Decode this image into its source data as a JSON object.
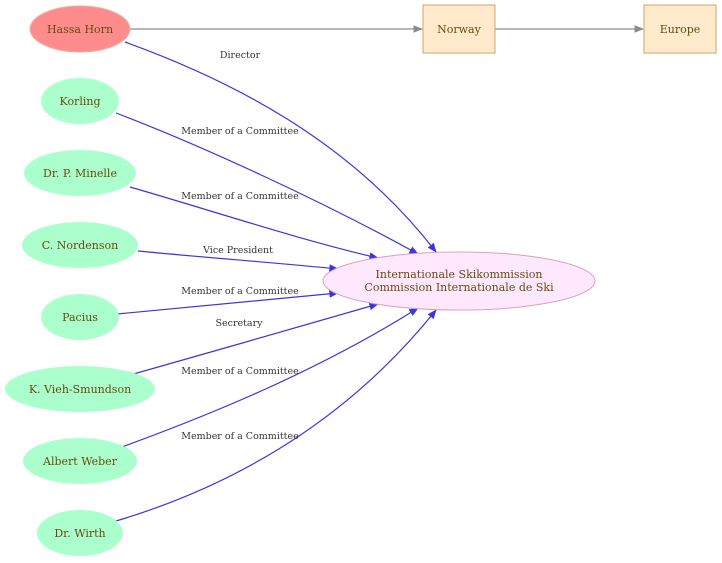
{
  "people": [
    {
      "label": "Hassa Horn",
      "kind": "root"
    },
    {
      "label": "Korling",
      "kind": "member"
    },
    {
      "label": "Dr. P. Minelle",
      "kind": "member"
    },
    {
      "label": "C. Nordenson",
      "kind": "member"
    },
    {
      "label": "Pacius",
      "kind": "member"
    },
    {
      "label": "K. Vieh-Smundson",
      "kind": "member"
    },
    {
      "label": "Albert Weber",
      "kind": "member"
    },
    {
      "label": "Dr. Wirth",
      "kind": "member"
    }
  ],
  "organization": {
    "line1": "Internationale Skikommission",
    "line2": "Commission Internationale de Ski"
  },
  "places": [
    {
      "label": "Norway"
    },
    {
      "label": "Europe"
    }
  ],
  "edges": [
    {
      "label": "Director"
    },
    {
      "label": "Member of a Committee"
    },
    {
      "label": "Member of a Committee"
    },
    {
      "label": "Vice President"
    },
    {
      "label": "Member of a Committee"
    },
    {
      "label": "Secretary"
    },
    {
      "label": "Member of a Committee"
    },
    {
      "label": "Member of a Committee"
    }
  ],
  "colors": {
    "root_fill": "#ff8c8c",
    "member_fill": "#aaffcc",
    "org_fill": "#fde8fd",
    "org_stroke": "#e0a0b8",
    "place_fill": "#ffebcc",
    "place_stroke": "#d9a060",
    "edge_blue": "#3b35e0",
    "edge_gray": "#8c8c8c"
  }
}
